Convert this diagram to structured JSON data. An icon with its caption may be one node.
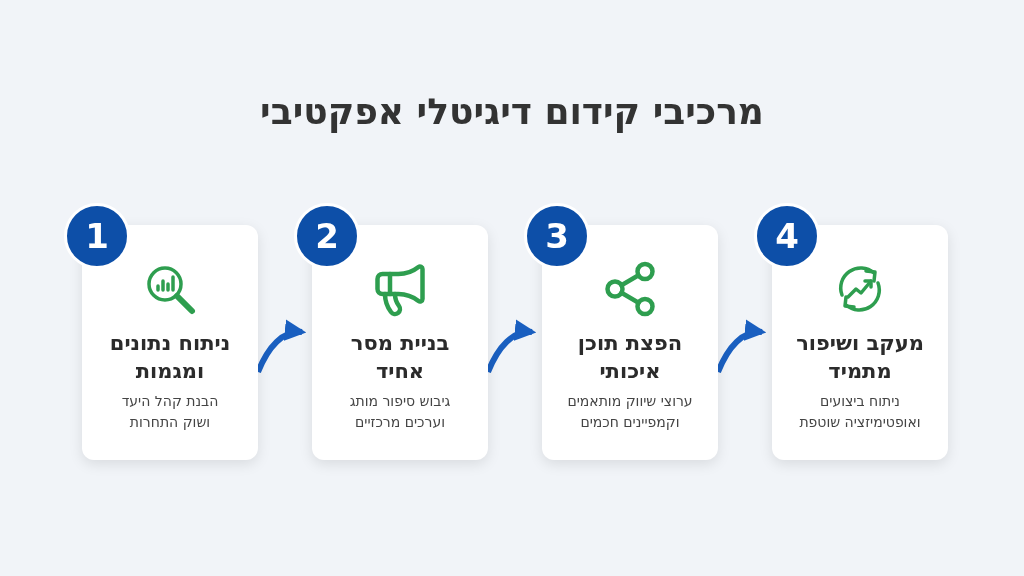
{
  "diagram": {
    "title": "מרכיבי קידום דיגיטלי אפקטיבי",
    "nodes": [
      {
        "text": [
          "1",
          "ניתוח נתונים ומגמות",
          "הבנת קהל היעד ושוק התחרות"
        ]
      },
      {
        "text": [
          "2",
          "בניית מסר אחיד",
          "גיבוש סיפור מותג וערכים מרכזיים"
        ]
      },
      {
        "text": [
          "3",
          "הפצת תוכן איכותי",
          "ערוצי שיווק מותאמים וקמפיינים חכמים"
        ]
      },
      {
        "text": [
          "4",
          "מעקב ושיפור מתמיד",
          "ניתוח ביצועים ואופטימיזציה שוטפת"
        ]
      }
    ],
    "edges": [
      {
        "from": 0,
        "to": 1,
        "arrow": "to"
      },
      {
        "from": 1,
        "to": 2,
        "arrow": "to"
      },
      {
        "from": 2,
        "to": 3,
        "arrow": "to"
      }
    ]
  }
}
